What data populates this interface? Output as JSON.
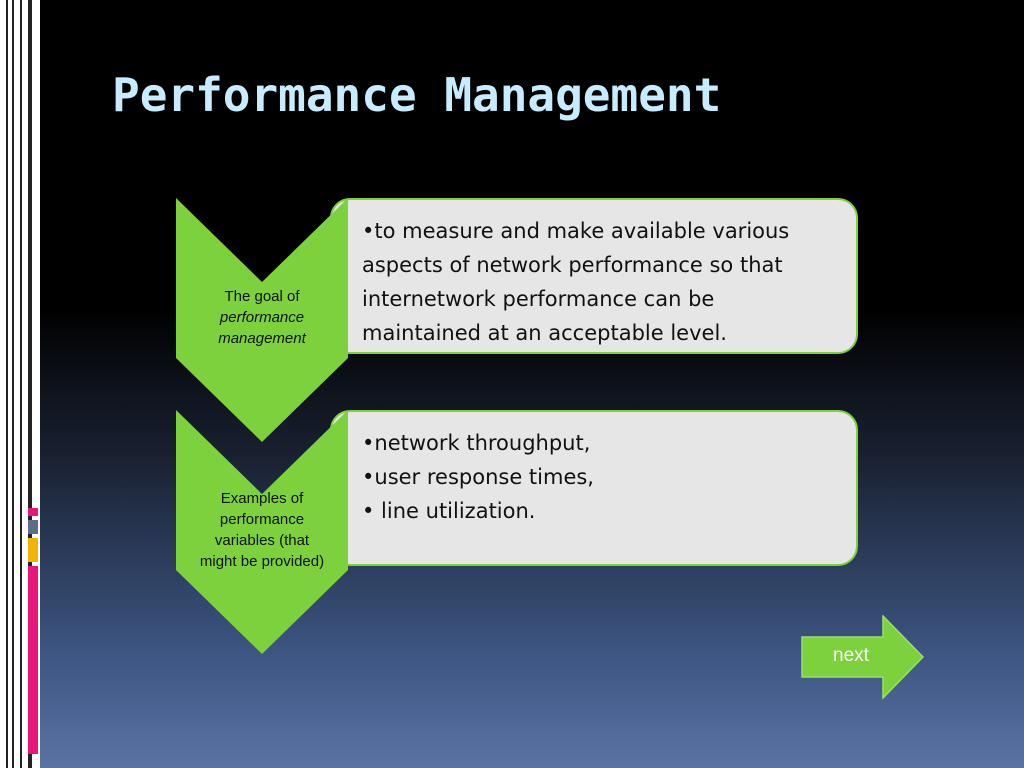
{
  "slide": {
    "title": "Performance Management"
  },
  "rows": [
    {
      "chevron_lines": [
        "The goal of",
        "performance",
        "management"
      ],
      "bullets": [
        "•to measure and make available various",
        "aspects of network performance so that",
        "internetwork performance can be",
        "maintained at an acceptable level."
      ]
    },
    {
      "chevron_lines": [
        "Examples of",
        "performance",
        "variables (that",
        "might be provided)"
      ],
      "bullets": [
        "•network throughput,",
        "•user response times,",
        "• line utilization."
      ]
    }
  ],
  "nav": {
    "next_label": "next"
  },
  "colors": {
    "accent_green": "#7dd13c",
    "title_color": "#c8ecff",
    "box_fill": "#e6e6e6"
  }
}
